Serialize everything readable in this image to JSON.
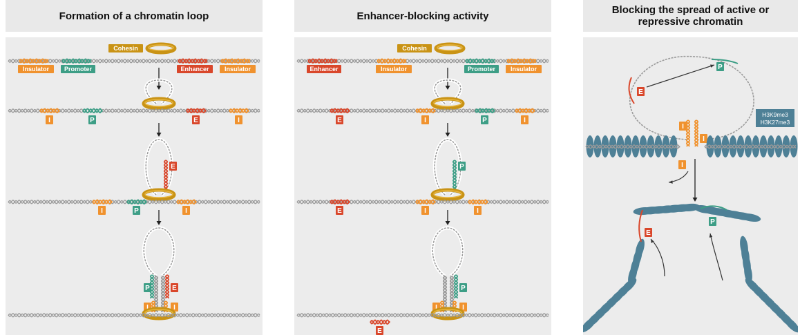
{
  "panels": [
    {
      "title": "Formation of a chromatin loop",
      "cohesin_label": "Cohesin",
      "row_labels": [
        "Insulator",
        "Promoter",
        "Enhancer",
        "Insulator"
      ]
    },
    {
      "title": "Enhancer-blocking activity",
      "cohesin_label": "Cohesin",
      "row_labels": [
        "Enhancer",
        "Insulator",
        "Promoter",
        "Insulator"
      ]
    },
    {
      "title_line1": "Blocking the spread of active or",
      "title_line2": "repressive chromatin",
      "marks_line1": "H3K9me3",
      "marks_line2": "H3K27me3"
    }
  ],
  "tags": {
    "insulator": "I",
    "promoter": "P",
    "enhancer": "E"
  },
  "colors": {
    "insulator": "#f0922e",
    "promoter": "#3d9e86",
    "enhancer": "#d9472b",
    "cohesin": "#c99315",
    "nucleosome": "#4e8096",
    "dna": "#9a9a9a"
  }
}
